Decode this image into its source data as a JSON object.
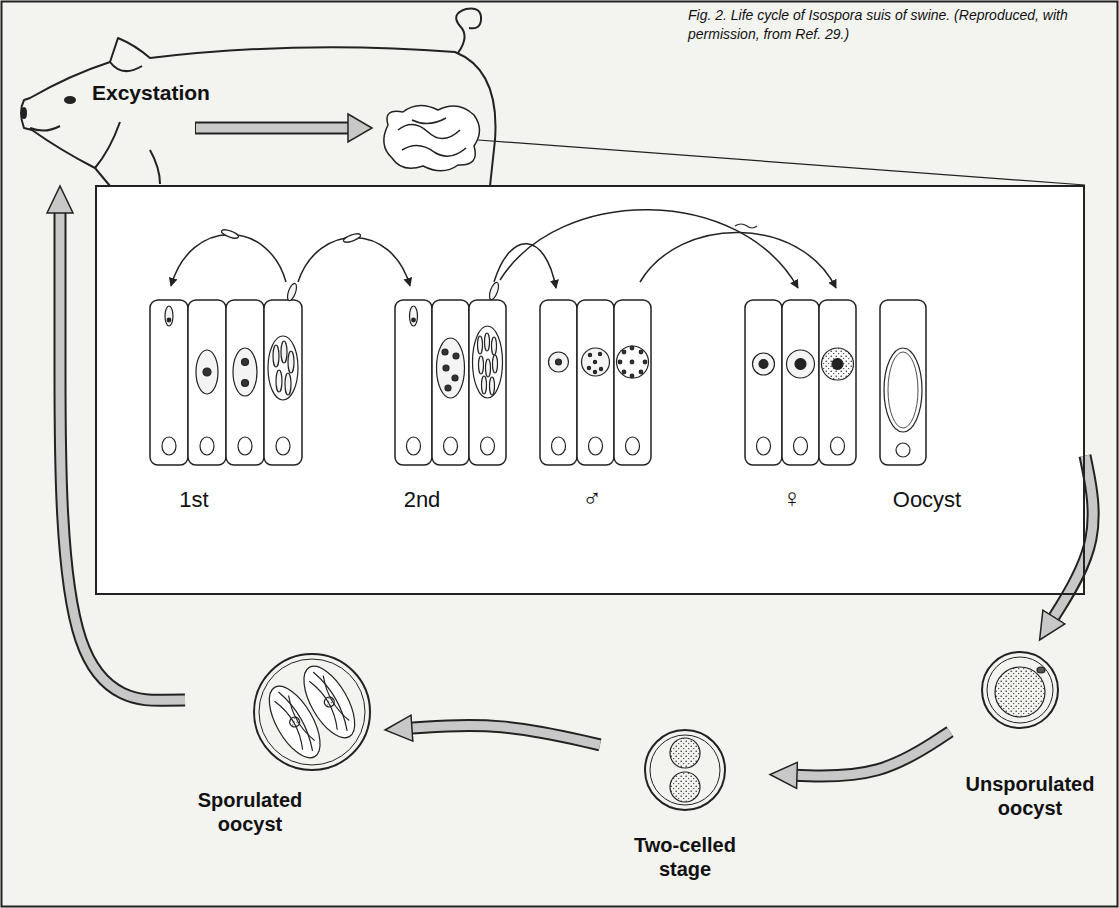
{
  "diagram": {
    "caption": "Fig. 2. Life cycle of Isospora suis of swine. (Reproduced, with permission, from Ref. 29.)",
    "nodes": [
      {
        "text": [
          "Excystation"
        ]
      },
      {
        "text": [
          "1st",
          "2nd",
          "♂",
          "♀",
          "Oocyst"
        ]
      },
      {
        "text": [
          "Unsporulated oocyst"
        ]
      },
      {
        "text": [
          "Two-celled stage"
        ]
      },
      {
        "text": [
          "Sporulated oocyst"
        ]
      }
    ],
    "edges": [
      {
        "from": 1,
        "to": 2,
        "arrow": "to"
      },
      {
        "from": 2,
        "to": 3,
        "arrow": "to"
      },
      {
        "from": 3,
        "to": 4,
        "arrow": "to"
      },
      {
        "from": 4,
        "to": 0,
        "arrow": "to"
      }
    ]
  }
}
